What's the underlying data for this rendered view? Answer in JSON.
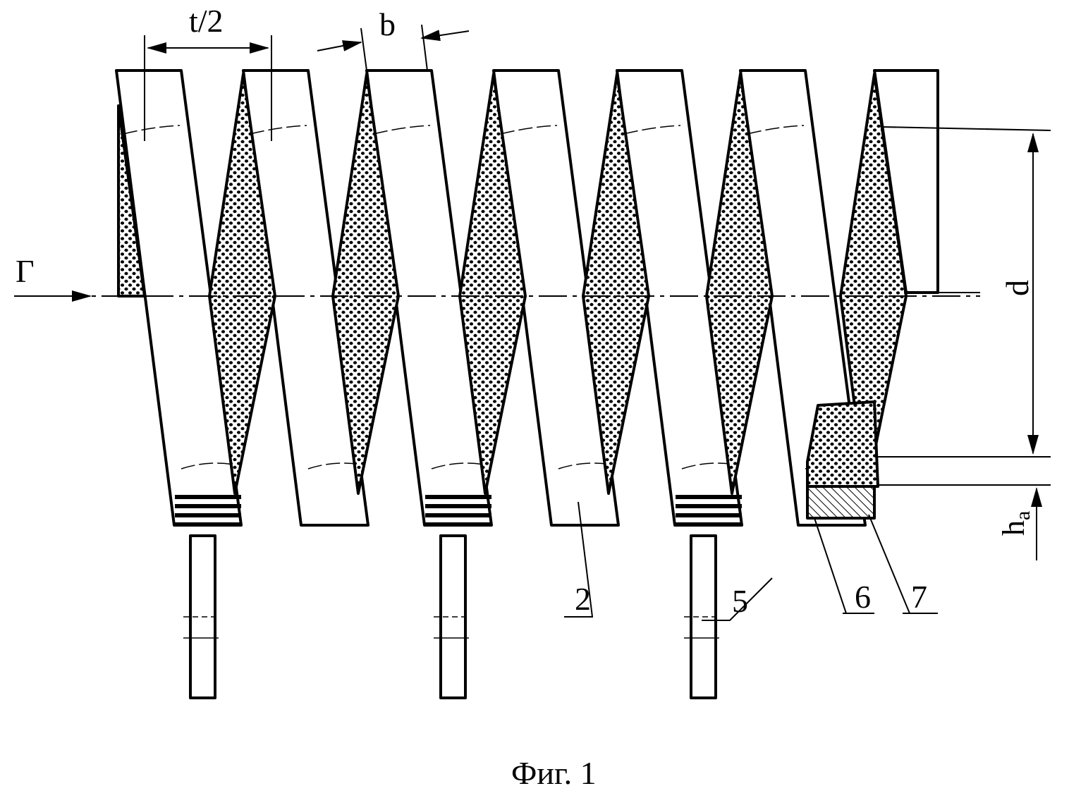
{
  "figure": {
    "caption": "Фиг. 1",
    "labels": {
      "half_pitch": "t/2",
      "width": "b",
      "flow": "Г",
      "diameter": "d",
      "height": "h",
      "height_sub": "a",
      "part_2": "2",
      "part_5": "5",
      "part_6": "6",
      "part_7": "7"
    }
  }
}
